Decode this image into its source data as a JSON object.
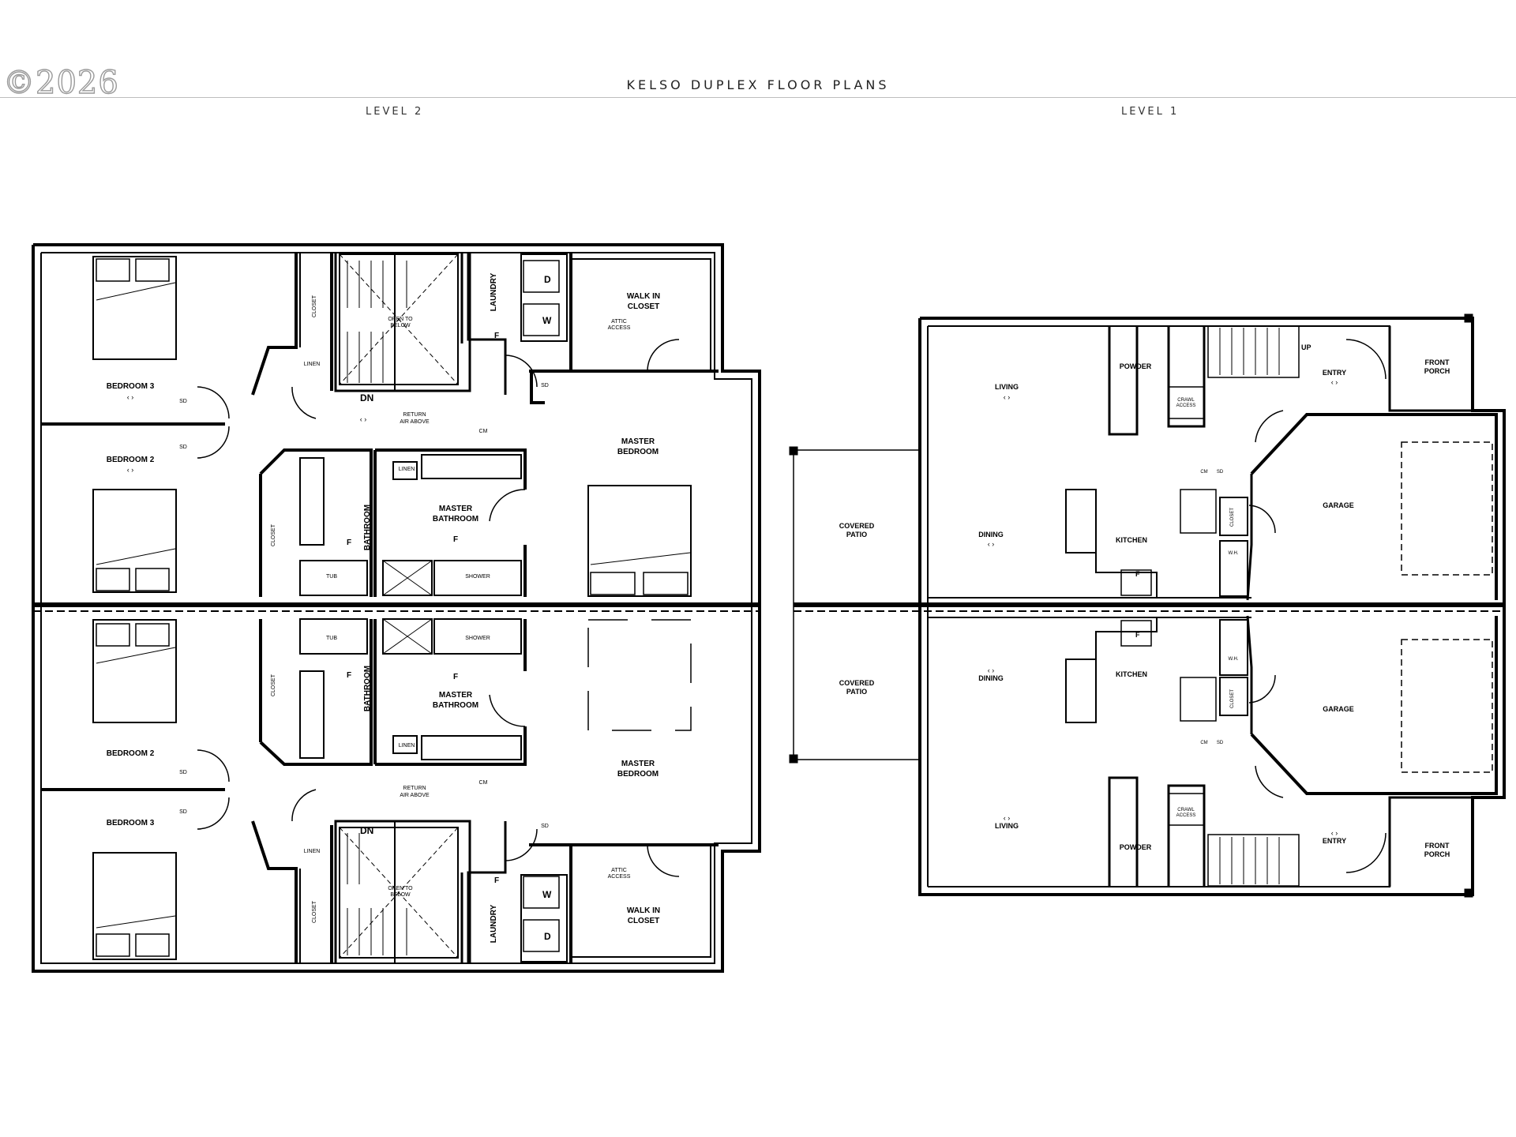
{
  "copyright": "©2026",
  "title": "KELSO DUPLEX FLOOR PLANS",
  "levels": {
    "level2": "LEVEL 2",
    "level1": "LEVEL 1"
  },
  "labels": {
    "bedroom3": "BEDROOM 3",
    "bedroom2": "BEDROOM 2",
    "closet": "CLOSET",
    "linen": "LINEN",
    "open1": "OPEN TO",
    "open2": "BELOW",
    "dn": "DN",
    "up": "UP",
    "laundry": "LAUNDRY",
    "d": "D",
    "w": "W",
    "f": "F",
    "walkin1": "WALK IN",
    "walkin2": "CLOSET",
    "attic1": "ATTIC",
    "attic2": "ACCESS",
    "master1": "MASTER",
    "bedroom": "BEDROOM",
    "bathroom": "BATHROOM",
    "return1": "RETURN",
    "return2": "AIR ABOVE",
    "sd": "SD",
    "cm": "CM",
    "tub": "TUB",
    "shower": "SHOWER",
    "living": "LIVING",
    "dining": "DINING",
    "kitchen": "KITCHEN",
    "powder": "POWDER",
    "crawl1": "CRAWL",
    "crawl2": "ACCESS",
    "entry": "ENTRY",
    "front1": "FRONT",
    "front2": "PORCH",
    "covered1": "COVERED",
    "covered2": "PATIO",
    "garage": "GARAGE",
    "wh": "W.H.",
    "arrows": "‹ ›"
  }
}
